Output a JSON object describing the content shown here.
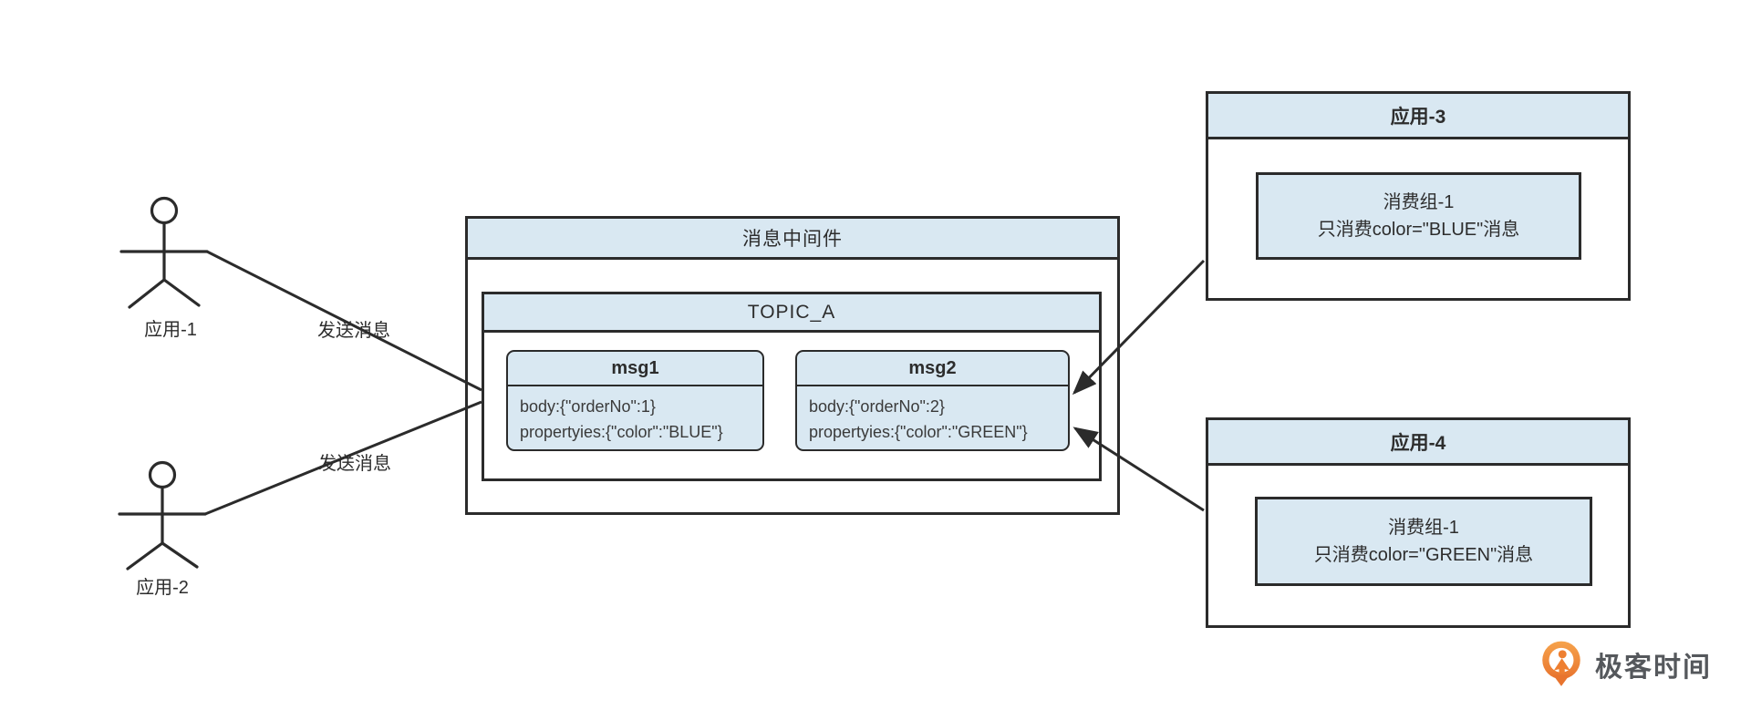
{
  "producers": [
    {
      "label": "应用-1",
      "action": "发送消息"
    },
    {
      "label": "应用-2",
      "action": "发送消息"
    }
  ],
  "middleware": {
    "title": "消息中间件",
    "topic": {
      "title": "TOPIC_A",
      "messages": [
        {
          "name": "msg1",
          "line1": "body:{\"orderNo\":1}",
          "line2": "propertyies:{\"color\":\"BLUE\"}"
        },
        {
          "name": "msg2",
          "line1": "body:{\"orderNo\":2}",
          "line2": "propertyies:{\"color\":\"GREEN\"}"
        }
      ]
    }
  },
  "consumers": [
    {
      "title": "应用-3",
      "group": "消费组-1",
      "rule": "只消费color=\"BLUE\"消息"
    },
    {
      "title": "应用-4",
      "group": "消费组-1",
      "rule": "只消费color=\"GREEN\"消息"
    }
  ],
  "logo": {
    "text": "极客时间"
  },
  "colors": {
    "box_fill": "#d9e8f2",
    "line": "#2b2b2b",
    "logo_orange": "#ee7f31",
    "logo_text": "#55585c",
    "background": "#ffffff"
  }
}
